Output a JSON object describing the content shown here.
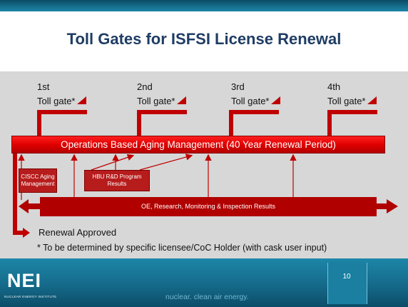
{
  "title": "Toll Gates for ISFSI License Renewal",
  "gates": [
    {
      "ordinal": "1st",
      "label": "Toll gate*"
    },
    {
      "ordinal": "2nd",
      "label": "Toll gate*"
    },
    {
      "ordinal": "3rd",
      "label": "Toll gate*"
    },
    {
      "ordinal": "4th",
      "label": "Toll gate*"
    }
  ],
  "main_bar": "Operations Based Aging Management  (40 Year Renewal Period)",
  "box_ciscc": "CISCC Aging Management",
  "box_hbu": "HBU R&D Program Results",
  "bottom_bar": "OE, Research, Monitoring & Inspection Results",
  "renewal": "Renewal Approved",
  "footnote": "* To be determined by specific licensee/CoC Holder (with cask user input)",
  "footer": {
    "logo": "NEI",
    "logo_sub": "NUCLEAR ENERGY INSTITUTE",
    "tagline": "nuclear. clean air energy.",
    "page_number": "10"
  },
  "colors": {
    "accent_red": "#c00000",
    "title_blue": "#1f3d64",
    "teal": "#1d86a8",
    "diagram_bg": "#d7d7d7"
  }
}
